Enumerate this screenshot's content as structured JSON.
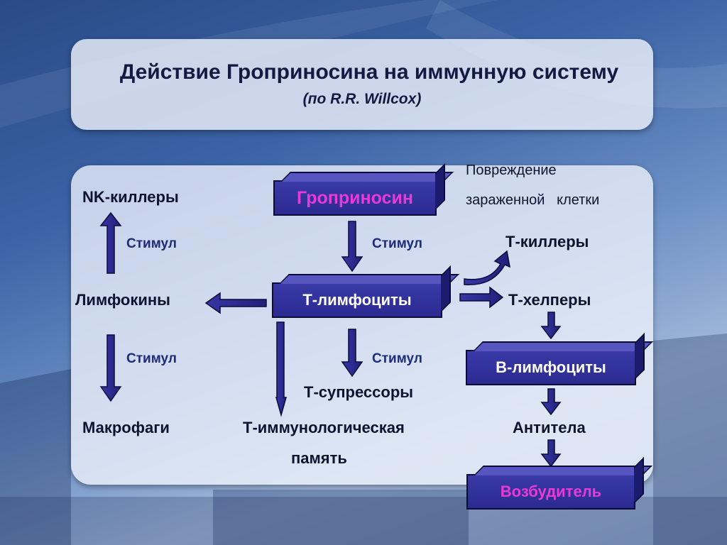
{
  "title": "Действие Гроприносина на иммунную систему",
  "subtitle": "(по R.R. Willcox)",
  "nodes": {
    "groprinosin": "Гроприносин",
    "t_lymphocytes": "Т-лимфоциты",
    "b_lymphocytes": "В-лимфоциты",
    "pathogen": "Возбудитель",
    "nk_killers": "NK-киллеры",
    "lymphokines": "Лимфокины",
    "macrophages": "Макрофаги",
    "t_memory_line1": "Т-иммунологическая",
    "t_memory_line2": "память",
    "t_suppressors": "Т-супрессоры",
    "t_killers": "Т-киллеры",
    "t_helpers": "Т-хелперы",
    "antibodies": "Антитела",
    "damage_line1": "Повреждение",
    "damage_line2": "зараженной   клетки"
  },
  "edge_labels": {
    "stim_nk": "Стимул",
    "stim_main": "Стимул",
    "stim_macro": "Стимул",
    "stim_supp": "Стимул"
  },
  "colors": {
    "box_fill": "#2f2f9a",
    "highlight_text": "#e83ad8",
    "arrow": "#2a2a8e"
  }
}
